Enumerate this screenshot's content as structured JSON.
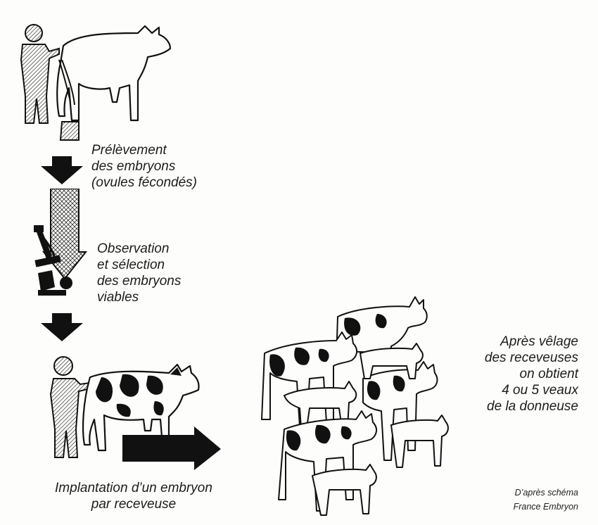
{
  "steps": {
    "collection": [
      "Prélèvement",
      "des embryons",
      "(ovules fécondés)"
    ],
    "observation": [
      "Observation",
      "et sélection",
      "des embryons",
      "viables"
    ],
    "implantation": [
      "Implantation d’un embryon",
      "par receveuse"
    ],
    "result": [
      "Après vêlage",
      "des receveuses",
      "on obtient",
      "4 ou 5 veaux",
      "de la donneuse"
    ]
  },
  "credit": [
    "D’après schéma",
    "France Embryon"
  ]
}
